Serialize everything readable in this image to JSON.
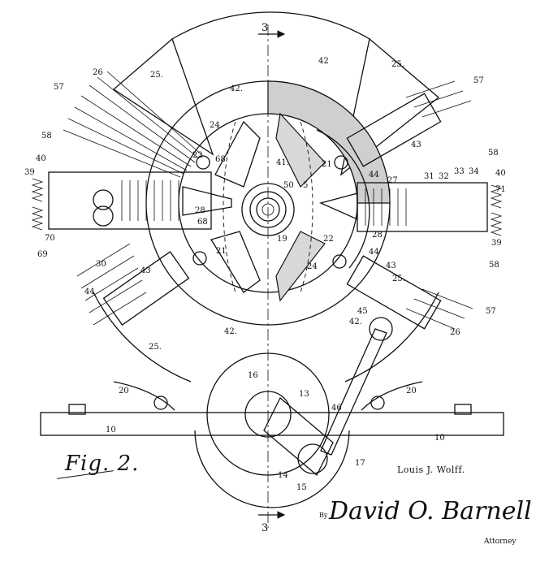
{
  "drawing": {
    "figure_label": "Fig. 2.",
    "inventor": "Louis J. Wolff.",
    "by_label": "By",
    "attorney_name": "David O. Barnell",
    "attorney_title": "Attorney",
    "section_marks": {
      "top": "3",
      "bottom": "3"
    },
    "reference_numerals": {
      "n10_left": "10",
      "n10_right": "10",
      "n13": "13",
      "n14": "14",
      "n15": "15",
      "n16": "16",
      "n17": "17",
      "n19": "19",
      "n20_left": "20",
      "n20_right": "20",
      "n21_left": "21",
      "n21_right": "21",
      "n22_left": "22",
      "n22_right": "22",
      "n24_left": "24",
      "n24_right": "24",
      "n25_topleft": "25.",
      "n25_topright": "25.",
      "n25_left": "25.",
      "n25_right": "25.",
      "n26_left": "26",
      "n26_right": "26",
      "n27": "27",
      "n28_left": "28",
      "n28_right": "28",
      "n30": "30",
      "n31": "31",
      "n32": "32",
      "n33": "33",
      "n34": "34",
      "n39_left": "39",
      "n39_right": "39",
      "n40_left": "40",
      "n40_right": "40",
      "n41": "41.",
      "n42_top": "42",
      "n42_topleft": "42.",
      "n42_bottom": "42.",
      "n42_right": "42.",
      "n43_left": "43",
      "n43_right": "43",
      "n43_top": "43",
      "n44_left": "44",
      "n44_right": "44",
      "n44_top": "44",
      "n45": "45",
      "n46": "46",
      "n50": "50",
      "n57_left": "57",
      "n57_right": "57",
      "n57_bottom": "57",
      "n58_left": "58",
      "n58_right": "58",
      "n58_bottom": "58",
      "n68_top": "68",
      "n68_bottom": "68",
      "n69": "69",
      "n70": "70",
      "n71": "71",
      "n5": "5"
    }
  }
}
